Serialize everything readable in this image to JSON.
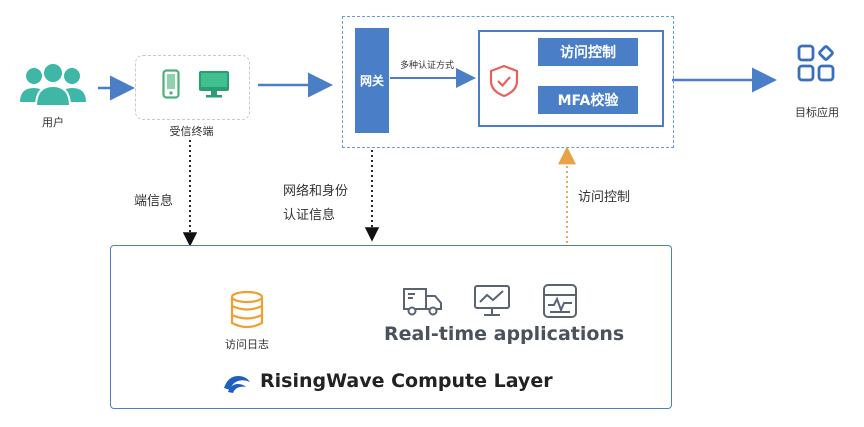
{
  "user": {
    "label": "用户",
    "icon": "users-icon"
  },
  "terminal": {
    "label": "受信终端",
    "icons": [
      "phone-icon",
      "monitor-icon"
    ]
  },
  "gateway": {
    "label": "网关"
  },
  "auth": {
    "methods_label": "多种认证方式",
    "shield_icon": "shield-check-icon",
    "access_control": "访问控制",
    "mfa": "MFA校验"
  },
  "target": {
    "label": "目标应用",
    "icon": "apps-icon"
  },
  "flows": {
    "device_info": "端信息",
    "network_identity": "网络和身份\n认证信息",
    "access_control_back": "访问控制"
  },
  "compute": {
    "log_label": "访问日志",
    "log_icon": "database-icon",
    "realtime_label": "Real-time applications",
    "app_icons": [
      "truck-icon",
      "monitor-chart-icon",
      "dashboard-icon"
    ],
    "title": "RisingWave Compute Layer",
    "logo_icon": "wave-logo-icon"
  },
  "colors": {
    "primary": "#4a7fc8",
    "accent_orange": "#e8a24a",
    "green": "#4caf7a",
    "shield_red": "#e8605a"
  }
}
